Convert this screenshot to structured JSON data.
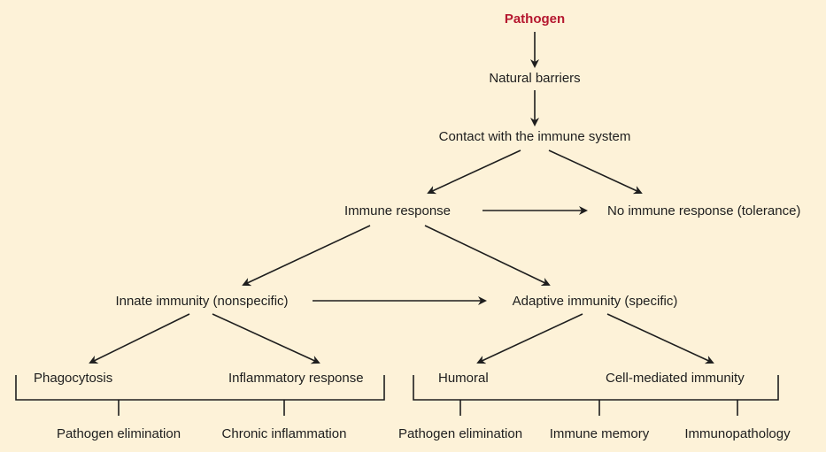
{
  "diagram": {
    "root": "Pathogen",
    "natural_barriers": "Natural barriers",
    "contact": "Contact with the immune system",
    "immune_response": "Immune response",
    "no_immune_response": "No immune response (tolerance)",
    "innate": "Innate immunity (nonspecific)",
    "adaptive": "Adaptive immunity (specific)",
    "innate_children": [
      "Phagocytosis",
      "Inflammatory response"
    ],
    "adaptive_children": [
      "Humoral",
      "Cell-mediated immunity"
    ],
    "innate_outcomes": [
      "Pathogen elimination",
      "Chronic inflammation"
    ],
    "adaptive_outcomes": [
      "Pathogen elimination",
      "Immune memory",
      "Immunopathology"
    ],
    "colors": {
      "background": "#fdf2d8",
      "title": "#b5172f",
      "line": "#1e1e1e"
    }
  }
}
